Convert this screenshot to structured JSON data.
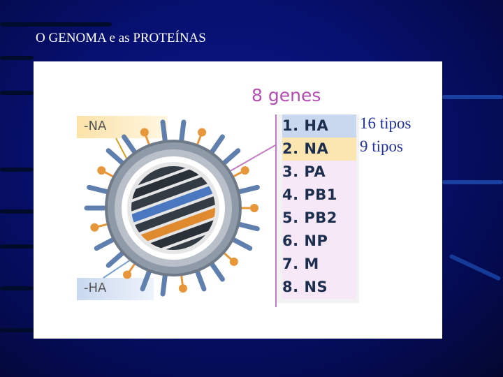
{
  "slide": {
    "title": "O GENOMA e as PROTEÍNAS"
  },
  "diagram": {
    "heading": "8 genes",
    "na_label": "-NA",
    "ha_label": "-HA",
    "genes": [
      {
        "label": "1. HA",
        "highlight": "#c9d8ef"
      },
      {
        "label": "2. NA",
        "highlight": "#fbe5b0"
      },
      {
        "label": "3. PA",
        "highlight": "#f7e8f7"
      },
      {
        "label": "4. PB1",
        "highlight": "#f7e8f7"
      },
      {
        "label": "5. PB2",
        "highlight": "#f7e8f7"
      },
      {
        "label": "6. NP",
        "highlight": "#f7e8f7"
      },
      {
        "label": "7. M",
        "highlight": "#f7e8f7"
      },
      {
        "label": "8. NS",
        "highlight": "#f7e8f7"
      }
    ]
  },
  "annotations": {
    "ha_types": "16 tipos",
    "na_types": "9 tipos"
  },
  "colors": {
    "background": "#061070",
    "heading": "#b44cb4",
    "gene_text": "#1d2f4f",
    "annotation": "#1e2fa0",
    "na_spike": "#e8963a",
    "ha_spike": "#5f7fae"
  }
}
